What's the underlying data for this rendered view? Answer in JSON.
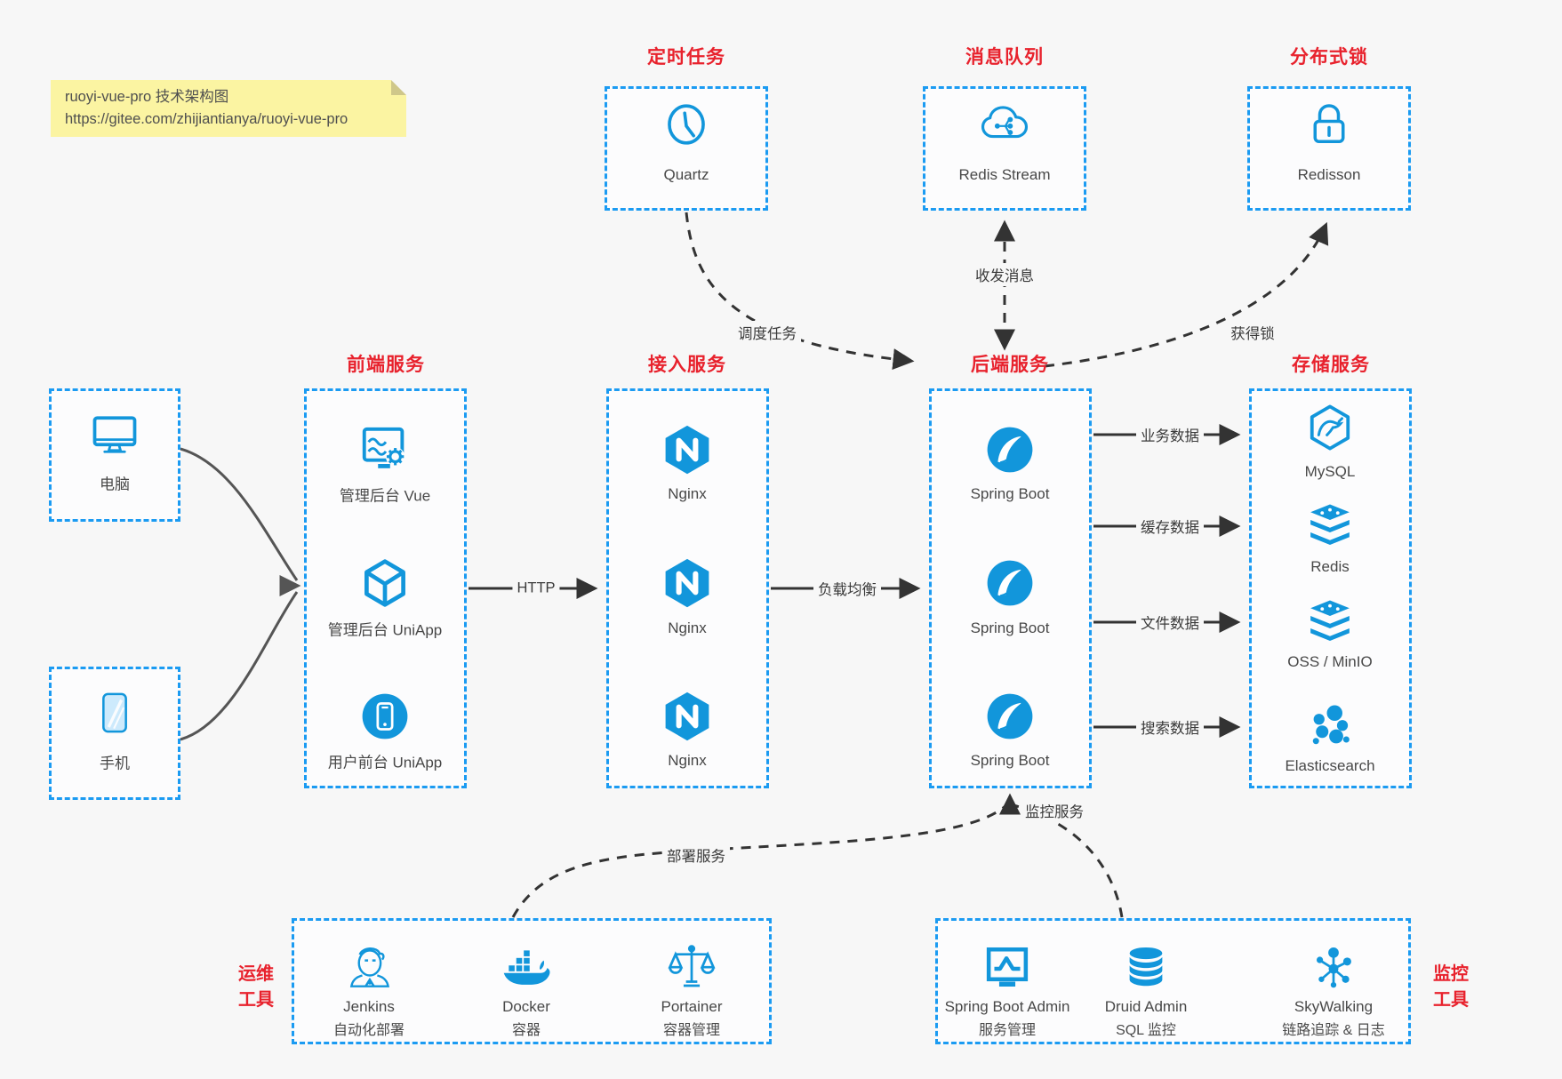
{
  "note": {
    "line1": "ruoyi-vue-pro 技术架构图",
    "line2": "https://gitee.com/zhijiantianya/ruoyi-vue-pro"
  },
  "top_groups": [
    {
      "title": "定时任务",
      "item": {
        "icon": "clock-icon",
        "label": "Quartz"
      }
    },
    {
      "title": "消息队列",
      "item": {
        "icon": "cloud-stream-icon",
        "label": "Redis Stream"
      }
    },
    {
      "title": "分布式锁",
      "item": {
        "icon": "lock-icon",
        "label": "Redisson"
      }
    }
  ],
  "clients": [
    {
      "icon": "desktop-icon",
      "label": "电脑"
    },
    {
      "icon": "mobile-icon",
      "label": "手机"
    }
  ],
  "columns": [
    {
      "title": "前端服务",
      "items": [
        {
          "icon": "admin-vue-icon",
          "label": "管理后台 Vue"
        },
        {
          "icon": "uniapp-cube-icon",
          "label": "管理后台 UniApp"
        },
        {
          "icon": "user-app-icon",
          "label": "用户前台 UniApp"
        }
      ]
    },
    {
      "title": "接入服务",
      "items": [
        {
          "icon": "nginx-icon",
          "label": "Nginx"
        },
        {
          "icon": "nginx-icon",
          "label": "Nginx"
        },
        {
          "icon": "nginx-icon",
          "label": "Nginx"
        }
      ]
    },
    {
      "title": "后端服务",
      "items": [
        {
          "icon": "spring-boot-icon",
          "label": "Spring Boot"
        },
        {
          "icon": "spring-boot-icon",
          "label": "Spring Boot"
        },
        {
          "icon": "spring-boot-icon",
          "label": "Spring Boot"
        }
      ]
    },
    {
      "title": "存储服务",
      "items": [
        {
          "icon": "mysql-icon",
          "label": "MySQL"
        },
        {
          "icon": "redis-stack-icon",
          "label": "Redis"
        },
        {
          "icon": "redis-stack-icon",
          "label": "OSS / MinIO"
        },
        {
          "icon": "elasticsearch-icon",
          "label": "Elasticsearch"
        }
      ]
    }
  ],
  "edges": {
    "http": "HTTP",
    "load_balance": "负载均衡",
    "business_data": "业务数据",
    "cache_data": "缓存数据",
    "file_data": "文件数据",
    "search_data": "搜索数据",
    "schedule_task": "调度任务",
    "send_receive_message": "收发消息",
    "acquire_lock": "获得锁",
    "deploy_service": "部署服务",
    "monitor_service": "监控服务"
  },
  "bottom_groups": [
    {
      "side_label_line1": "运维",
      "side_label_line2": "工具",
      "items": [
        {
          "icon": "jenkins-icon",
          "name": "Jenkins",
          "desc": "自动化部署"
        },
        {
          "icon": "docker-icon",
          "name": "Docker",
          "desc": "容器"
        },
        {
          "icon": "portainer-icon",
          "name": "Portainer",
          "desc": "容器管理"
        }
      ]
    },
    {
      "side_label_line1": "监控",
      "side_label_line2": "工具",
      "items": [
        {
          "icon": "spring-boot-admin-icon",
          "name": "Spring Boot Admin",
          "desc": "服务管理"
        },
        {
          "icon": "druid-database-icon",
          "name": "Druid Admin",
          "desc": "SQL 监控"
        },
        {
          "icon": "skywalking-icon",
          "name": "SkyWalking",
          "desc": "链路追踪 & 日志"
        }
      ]
    }
  ],
  "colors": {
    "icon_blue": "#1296db",
    "border_blue": "#1b9bf2",
    "title_red": "#e8222d",
    "note_bg": "#fbf4a2",
    "line_dark": "#333333",
    "client_line_gray": "#555555",
    "text_gray": "#484848",
    "canvas_bg": "#f7f7f7"
  }
}
